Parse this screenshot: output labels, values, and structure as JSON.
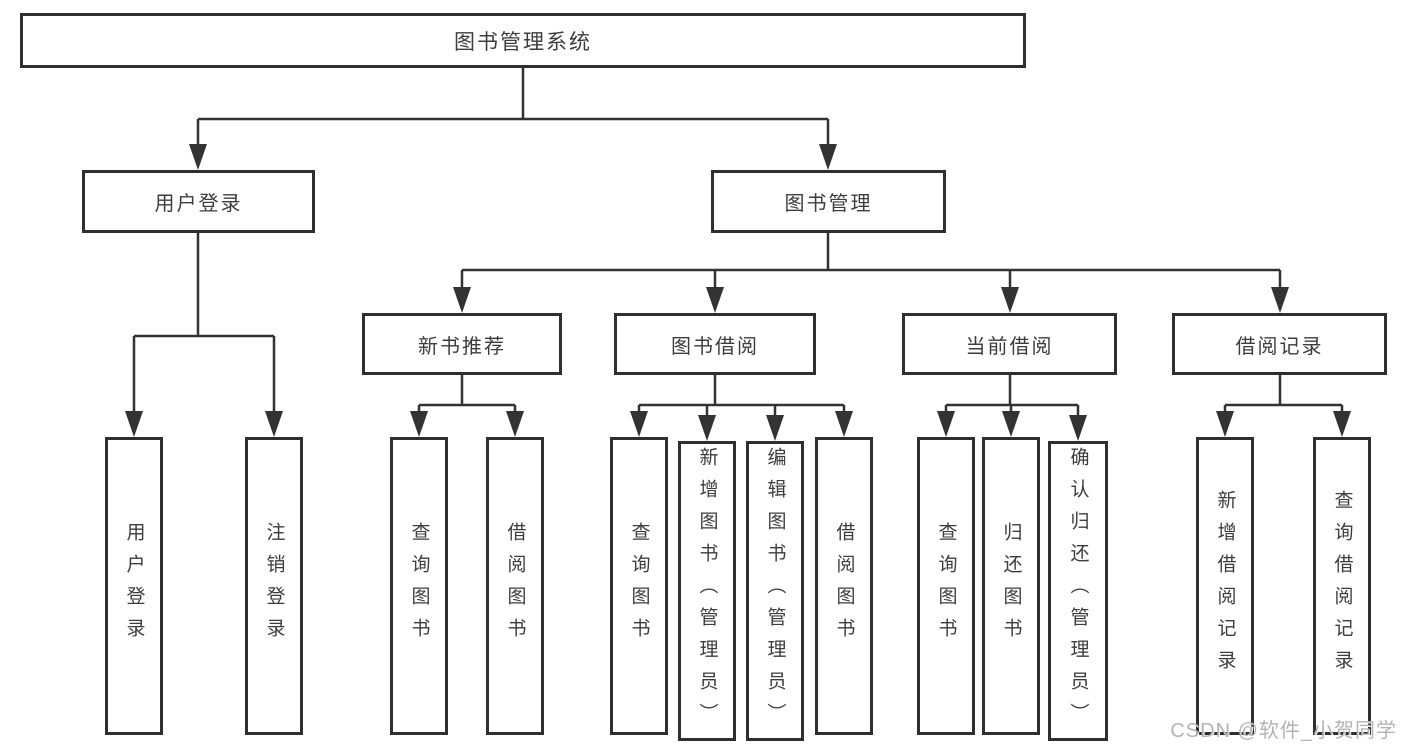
{
  "diagram": {
    "root": {
      "label": "图书管理系统"
    },
    "branches": [
      {
        "label": "用户登录",
        "children": [
          {
            "label": "用户登录"
          },
          {
            "label": "注销登录"
          }
        ]
      },
      {
        "label": "图书管理",
        "children": [
          {
            "label": "新书推荐",
            "children": [
              {
                "label": "查询图书"
              },
              {
                "label": "借阅图书"
              }
            ]
          },
          {
            "label": "图书借阅",
            "children": [
              {
                "label": "查询图书"
              },
              {
                "label": "新增图书（管理员）"
              },
              {
                "label": "编辑图书（管理员）"
              },
              {
                "label": "借阅图书"
              }
            ]
          },
          {
            "label": "当前借阅",
            "children": [
              {
                "label": "查询图书"
              },
              {
                "label": "归还图书"
              },
              {
                "label": "确认归还（管理员）"
              }
            ]
          },
          {
            "label": "借阅记录",
            "children": [
              {
                "label": "新增借阅记录"
              },
              {
                "label": "查询借阅记录"
              }
            ]
          }
        ]
      }
    ]
  },
  "watermark": "CSDN @软件_小贺同学",
  "colors": {
    "line": "#333333",
    "box_border": "#2f2f2f",
    "text": "#3d3d3d",
    "watermark": "#b3b3b3",
    "background": "#ffffff"
  }
}
